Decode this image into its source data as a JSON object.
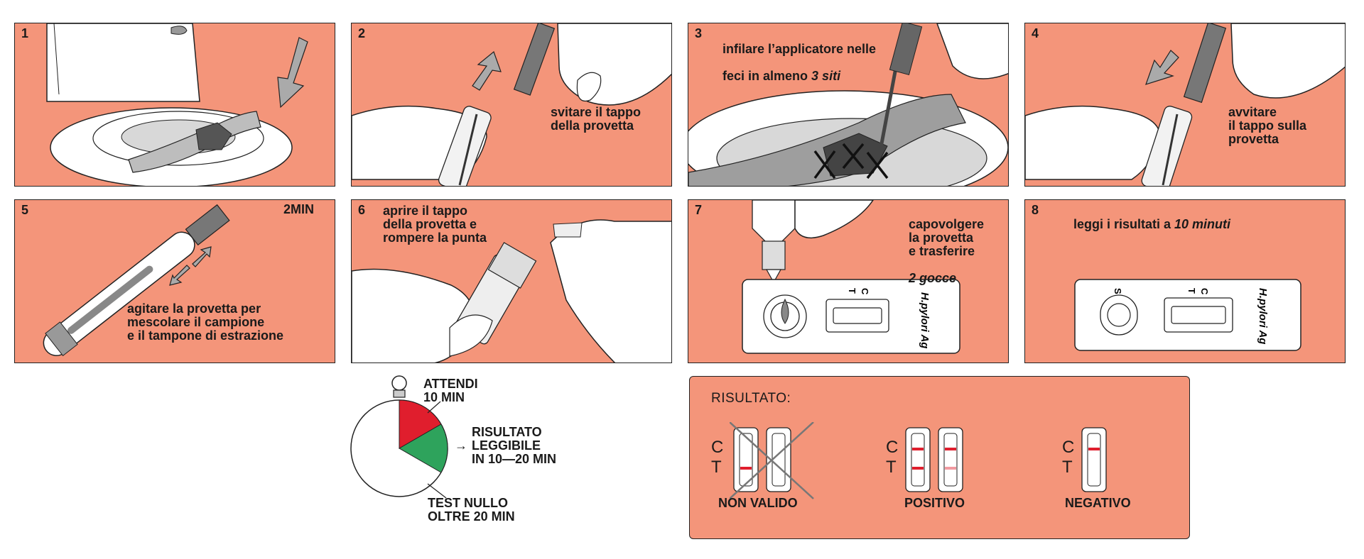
{
  "steps": [
    {
      "number": "1",
      "caption": ""
    },
    {
      "number": "2",
      "caption": "svitare il tappo\ndella provetta"
    },
    {
      "number": "3",
      "caption_line1": "infilare l’applicatore nelle",
      "caption_line2_prefix": "feci in almeno ",
      "caption_line2_em": "3 siti"
    },
    {
      "number": "4",
      "caption": "avvitare\nil tappo sulla\nprovetta"
    },
    {
      "number": "5",
      "caption": "agitare la provetta per\nmescolare il campione\ne il tampone di estrazione",
      "time": "2MIN"
    },
    {
      "number": "6",
      "caption": "aprire il tappo\ndella provetta e\nrompere la punta"
    },
    {
      "number": "7",
      "caption_main": "capovolgere\nla provetta\ne trasferire",
      "caption_em": "2 gocce"
    },
    {
      "number": "8",
      "caption_prefix": "leggi i risultati a ",
      "caption_em": "10 minuti"
    }
  ],
  "cassette": {
    "brand": "H.pylori Ag",
    "line_c": "C",
    "line_t": "T",
    "sample_well": "S"
  },
  "timer": {
    "wait": "ATTENDI\n10 MIN",
    "readable": "RISULTATO\nLEGGIBILE\nIN 10—20 MIN",
    "null": "TEST NULLO\nOLTRE 20 MIN",
    "colors": {
      "wait": "#e01e2d",
      "readable": "#2ea35c"
    }
  },
  "results": {
    "title": "RISULTATO:",
    "c_letter": "C",
    "t_letter": "T",
    "invalid": "NON VALIDO",
    "positive": "POSITIVO",
    "negative": "NEGATIVO"
  },
  "colors": {
    "panel": "#f4957a",
    "line_red": "#e01e2d"
  }
}
